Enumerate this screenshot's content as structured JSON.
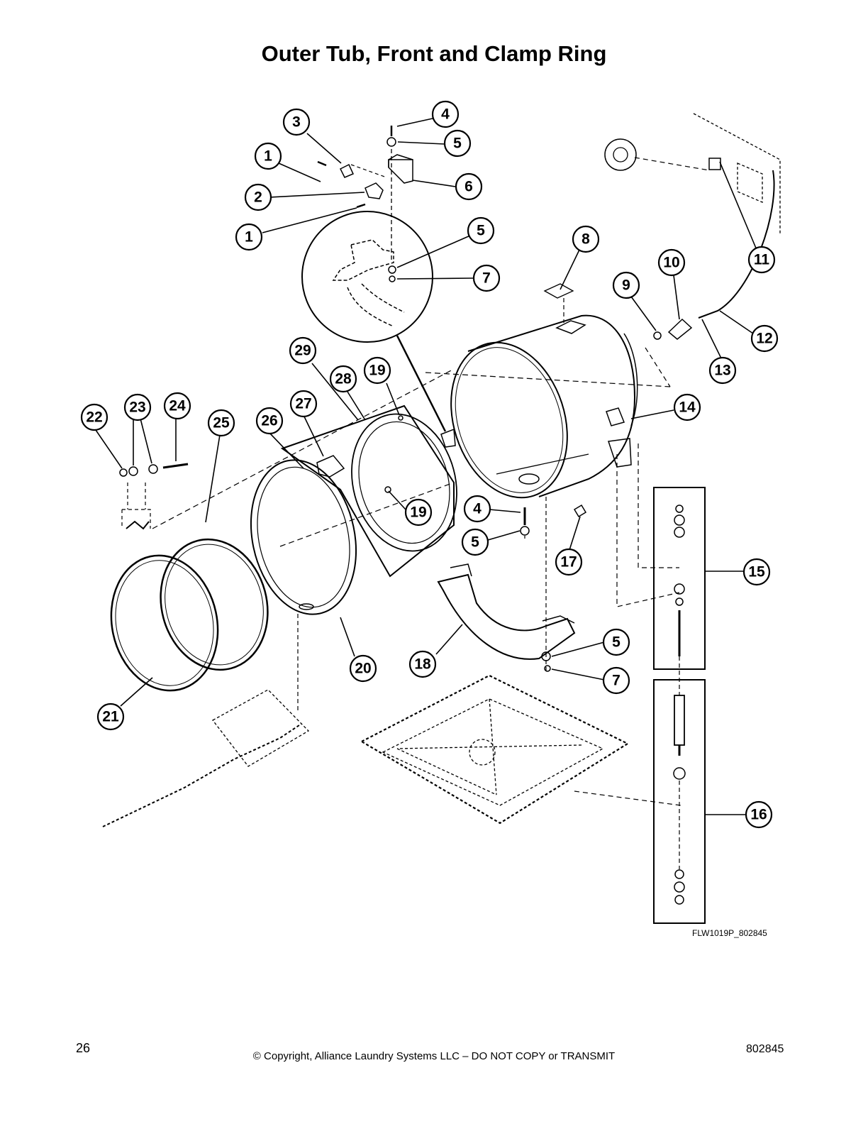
{
  "title": "Outer Tub, Front and Clamp Ring",
  "figure_id": "FLW1019P_802845",
  "footer": {
    "page_number": "26",
    "copyright": "© Copyright, Alliance Laundry Systems LLC – DO NOT COPY or TRANSMIT",
    "document_number": "802845"
  },
  "callouts": [
    "1",
    "2",
    "3",
    "4",
    "5",
    "6",
    "1",
    "5",
    "7",
    "8",
    "9",
    "10",
    "11",
    "12",
    "13",
    "14",
    "29",
    "28",
    "19",
    "27",
    "26",
    "22",
    "23",
    "24",
    "25",
    "19",
    "4",
    "5",
    "17",
    "15",
    "20",
    "18",
    "5",
    "7",
    "21",
    "16"
  ]
}
